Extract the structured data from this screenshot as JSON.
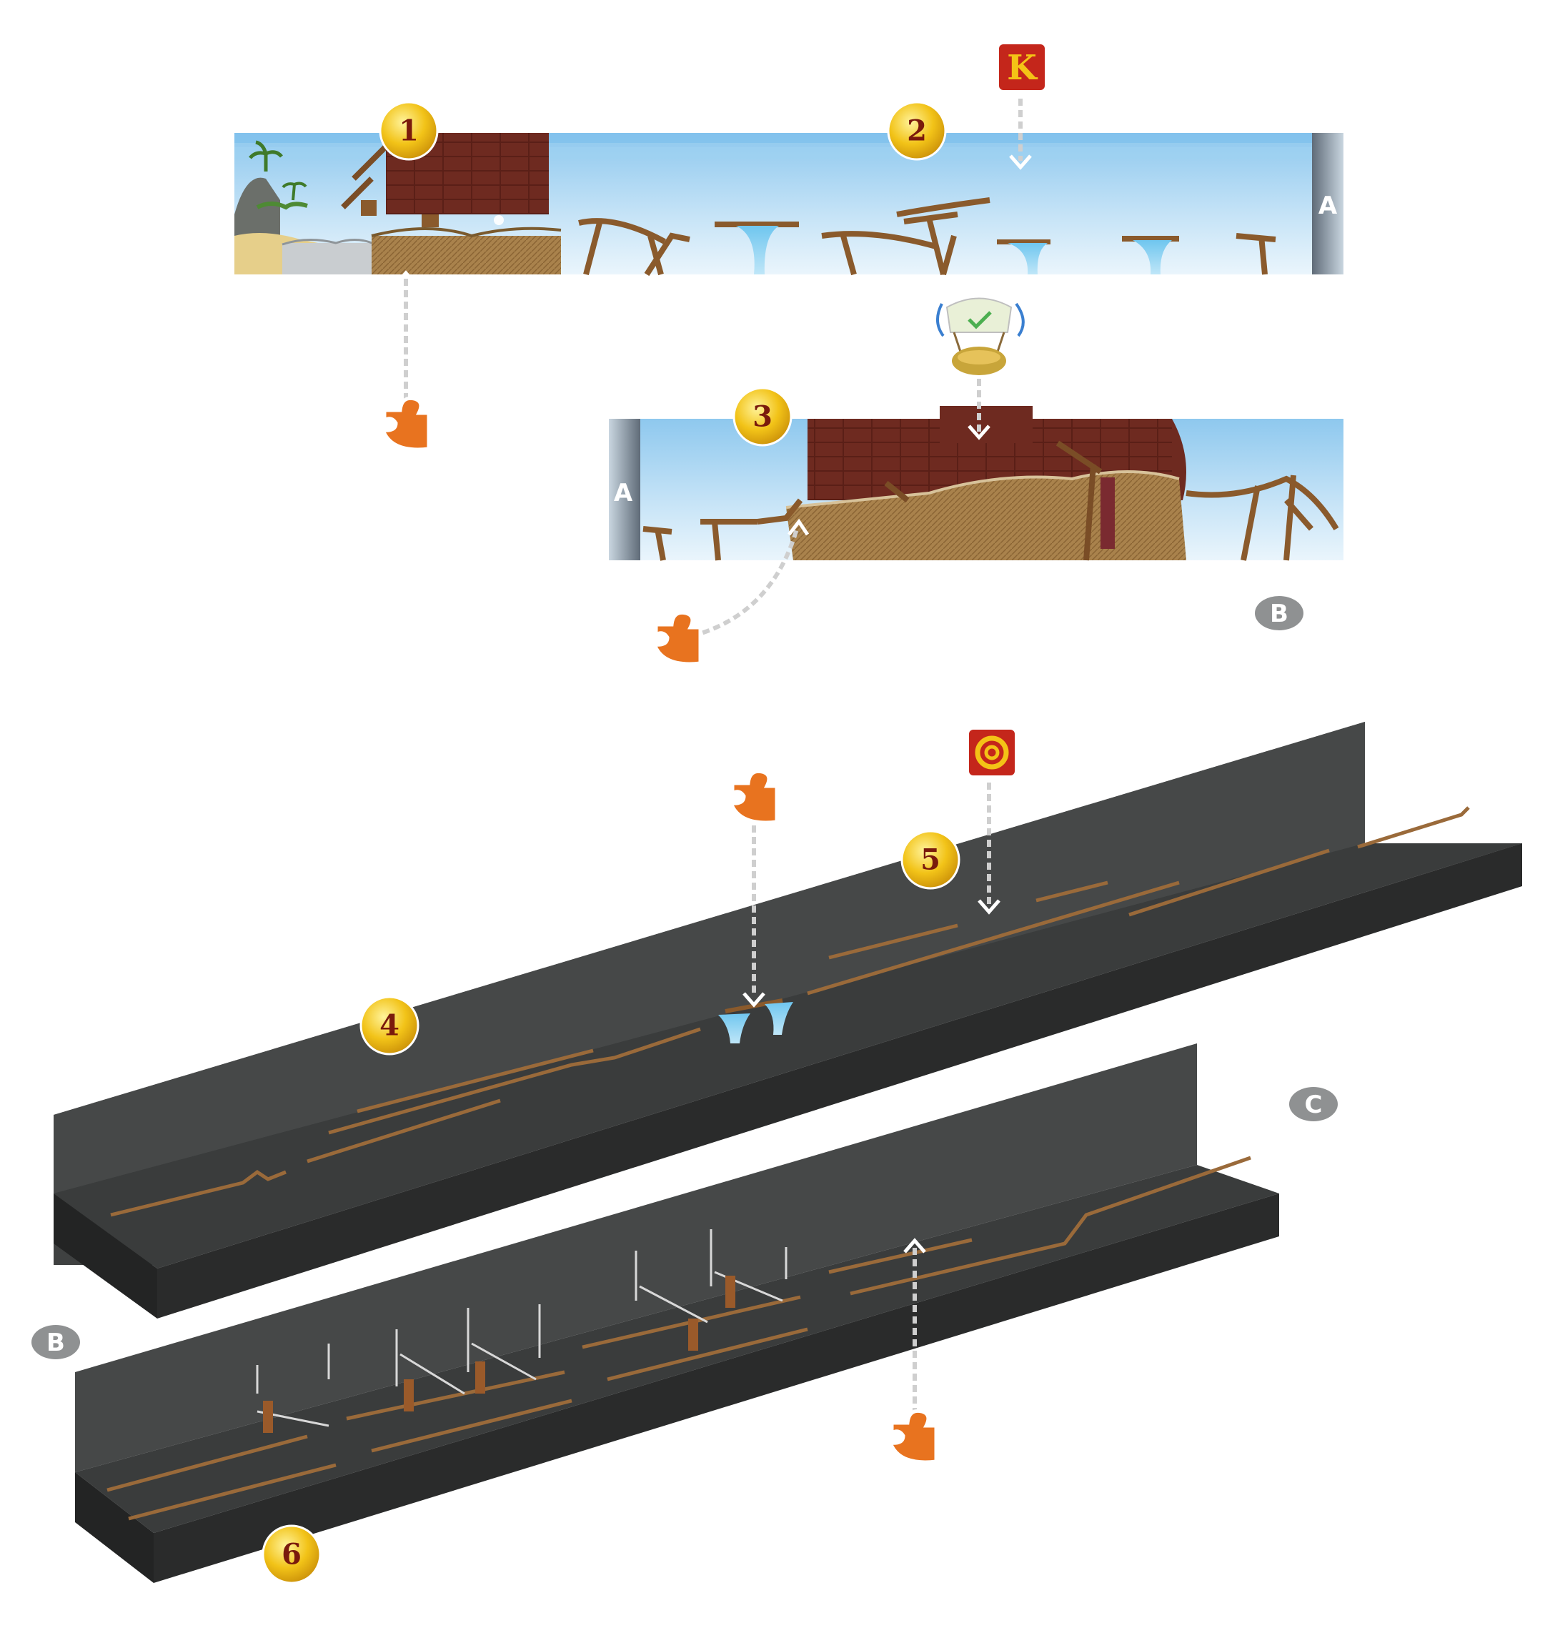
{
  "badges": [
    "1",
    "2",
    "3",
    "4",
    "5",
    "6"
  ],
  "section_labels": {
    "a_right": "A",
    "a_left": "A",
    "b_top": "B",
    "b_bottom": "B",
    "c": "C"
  },
  "markers": {
    "k_letter": "K"
  },
  "colors": {
    "badge_fill": "#f2c318",
    "badge_text": "#7a1a0c",
    "sky_top": "#8ec8ee",
    "sky_bottom": "#e6f3fb",
    "ship_hull": "#6e2a20",
    "wicker": "#a9824c",
    "platform_top": "#3f4141",
    "platform_side": "#2a2b2b",
    "rail": "#9a6a3a",
    "piece_orange": "#e8731f",
    "k_block": "#c4261b",
    "section_gray": "#8f9192"
  }
}
